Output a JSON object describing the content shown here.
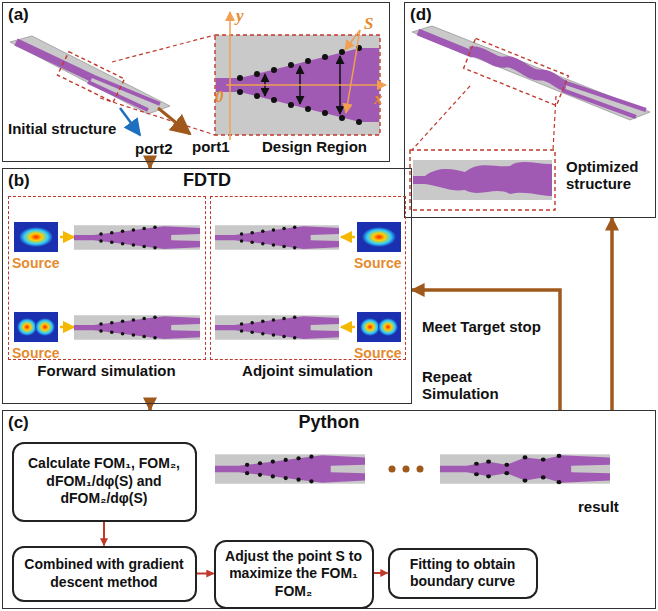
{
  "diagram": {
    "nodes": [
      {
        "text": [
          "(a)"
        ]
      },
      {
        "text": [
          "(d)"
        ]
      },
      {
        "text": [
          "(b)",
          "FDTD"
        ]
      },
      {
        "text": [
          "Forward simulation"
        ],
        "in": 2
      },
      {
        "text": [
          "Adjoint simulation"
        ],
        "in": 2
      },
      {
        "text": [
          "(c)",
          "Python"
        ]
      },
      {
        "text": [
          "Calculate FOM₁, FOM₂, dFOM₁/dφ(S) and dFOM₂/dφ(S)"
        ],
        "in": 5
      },
      {
        "text": [
          "Combined with gradient descent method"
        ],
        "in": 5
      },
      {
        "text": [
          "Adjust the point S to maximize the FOM₁ FOM₂"
        ],
        "in": 5
      },
      {
        "text": [
          "Fitting to obtain boundary curve"
        ],
        "in": 5
      }
    ],
    "edges": [
      {
        "from": 0,
        "to": 2,
        "arrow": "to"
      },
      {
        "from": 2,
        "to": 5,
        "arrow": "to"
      },
      {
        "from": 5,
        "to": 2,
        "arrow": "to",
        "label": "Repeat Simulation"
      },
      {
        "from": 5,
        "to": 1,
        "arrow": "to",
        "label": "Meet Target stop"
      },
      {
        "from": 6,
        "to": 7,
        "arrow": "to"
      },
      {
        "from": 7,
        "to": 8,
        "arrow": "to"
      },
      {
        "from": 8,
        "to": 9,
        "arrow": "to"
      }
    ],
    "labels": [
      "Initial structure",
      "port2",
      "port1",
      "Design Region",
      "y",
      "x",
      "0",
      "S",
      "Source",
      "Source",
      "Source",
      "Source",
      "Optimized structure",
      "result"
    ]
  }
}
